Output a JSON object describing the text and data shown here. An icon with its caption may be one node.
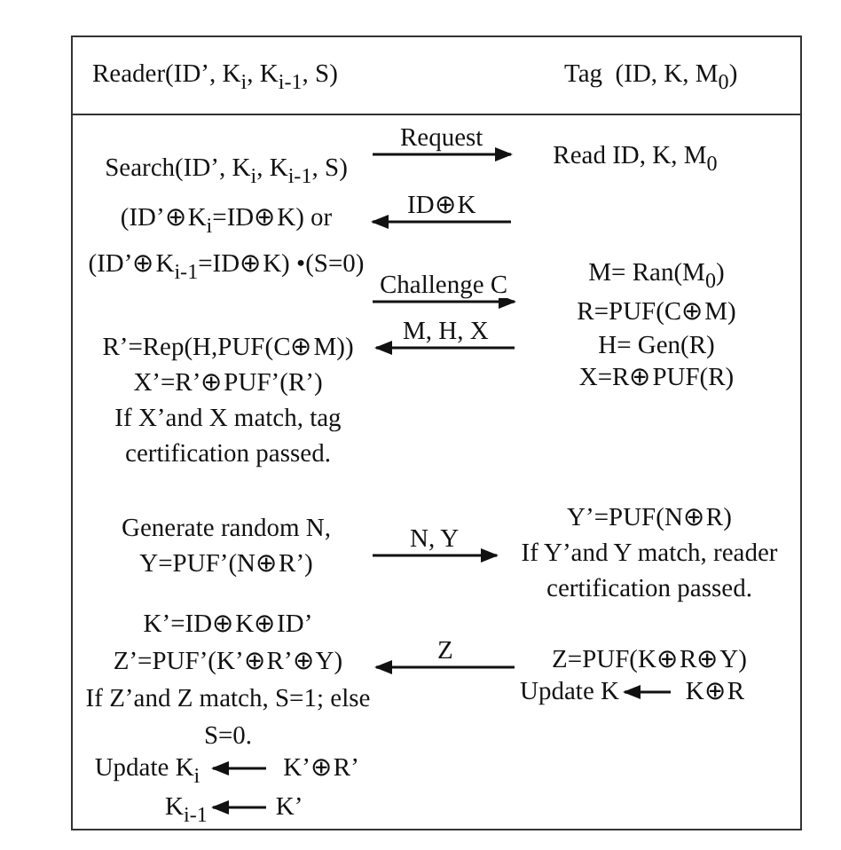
{
  "diagram": {
    "nodes": [
      {
        "text": [
          "Search(ID’, K$_{i}$, K$_{i-1}$, S)"
        ]
      },
      {
        "text": [
          "Read ID, K, M$_{0}$"
        ]
      },
      {
        "text": [
          "(ID’⊕K$_{i}$=ID⊕K) or",
          "(ID’⊕K$_{i-1}$=ID⊕K) •(S=0)"
        ]
      },
      {
        "text": [
          "M= Ran(M$_{0}$)",
          "R=PUF(C⊕M)",
          "H= Gen(R)",
          "X=R⊕PUF(R)"
        ]
      },
      {
        "text": [
          "R’=Rep(H,PUF(C⊕M))",
          "X’=R’⊕PUF’(R’)",
          "If X’and X match, tag certification passed."
        ]
      },
      {
        "text": [
          "Generate random N, Y=PUF’(N⊕R’)"
        ]
      },
      {
        "text": [
          "Y’=PUF(N⊕R)",
          "If Y’and Y match, reader certification passed."
        ]
      },
      {
        "text": [
          "K’=ID⊕K⊕ID’",
          "Z’=PUF’(K’⊕R’⊕Y)",
          "If Z’and Z match, S=1; else S=0."
        ]
      },
      {
        "text": [
          "Z=PUF(K⊕R⊕Y)"
        ]
      },
      {
        "text": [
          "Update K"
        ]
      },
      {
        "text": [
          "K⊕R"
        ]
      },
      {
        "text": [
          "Update K$_{i}$"
        ]
      },
      {
        "text": [
          "K’⊕R’"
        ]
      },
      {
        "text": [
          "K$_{i-1}$"
        ]
      },
      {
        "text": [
          "K’"
        ]
      }
    ],
    "edges": [
      {
        "from": 0,
        "to": 1,
        "arrow": "to",
        "label": "Request"
      },
      {
        "from": 1,
        "to": 2,
        "arrow": "to",
        "label": "ID⊕K"
      },
      {
        "from": 2,
        "to": 3,
        "arrow": "to",
        "label": "Challenge C"
      },
      {
        "from": 3,
        "to": 4,
        "arrow": "to",
        "label": "M, H, X"
      },
      {
        "from": 5,
        "to": 6,
        "arrow": "to",
        "label": "N, Y"
      },
      {
        "from": 8,
        "to": 7,
        "arrow": "to",
        "label": "Z"
      },
      {
        "from": 10,
        "to": 9,
        "arrow": "to"
      },
      {
        "from": 12,
        "to": 11,
        "arrow": "to"
      },
      {
        "from": 14,
        "to": 13,
        "arrow": "to"
      }
    ],
    "labels": [
      "Reader(ID’, K$_{i}$, K$_{i-1}$, S)",
      "Tag  (ID, K, M$_{0}$)"
    ]
  }
}
